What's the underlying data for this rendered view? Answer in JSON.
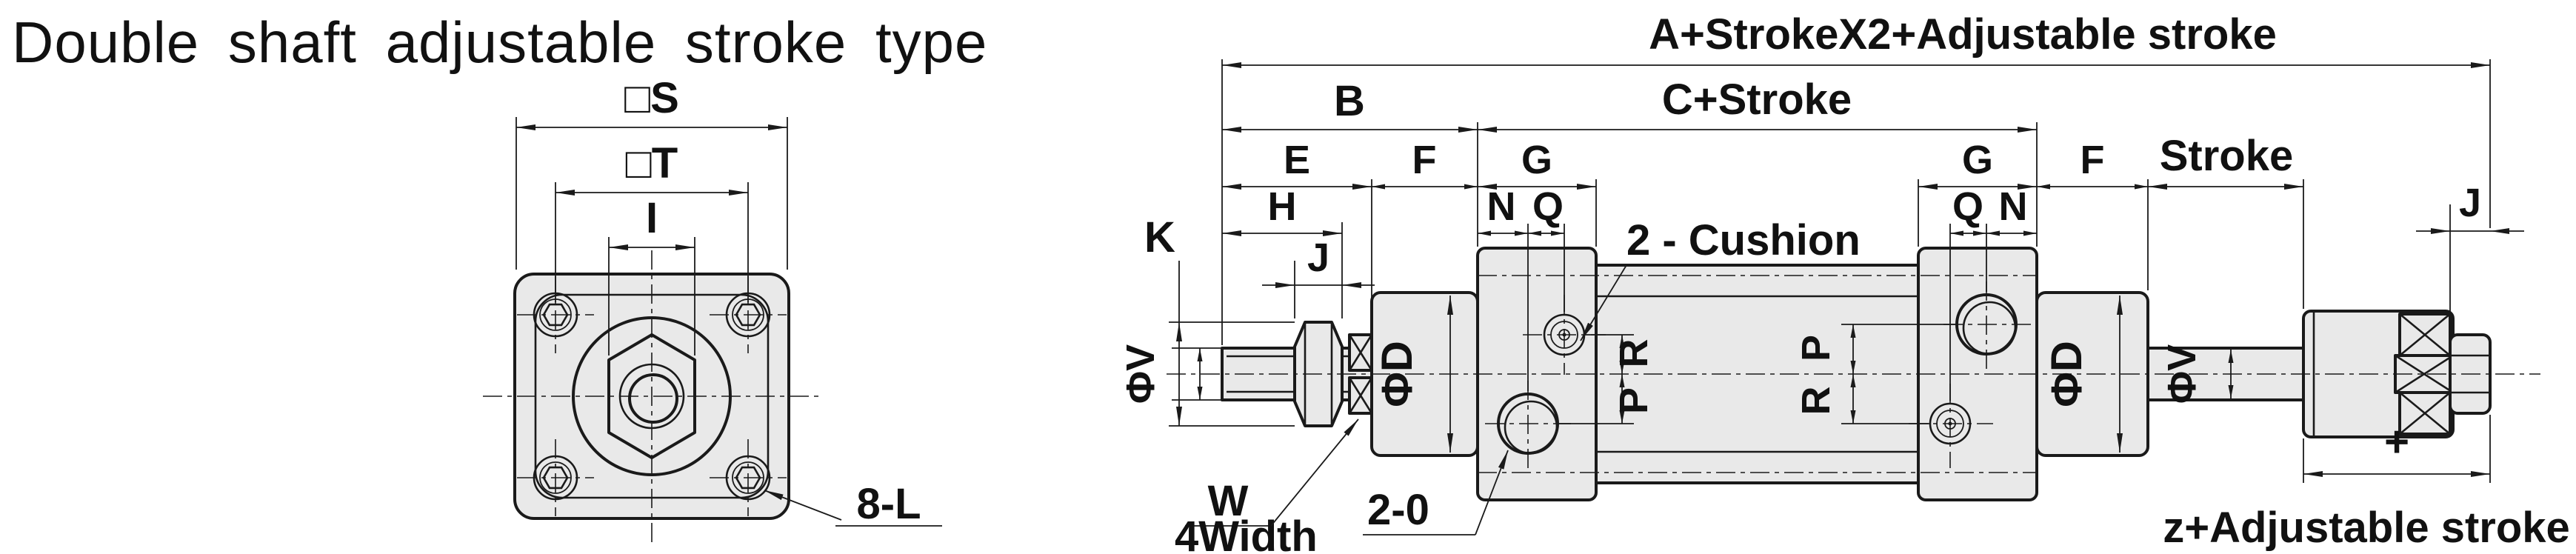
{
  "title": "Double shaft adjustable stroke type",
  "front_view": {
    "dim_s": "□S",
    "dim_t": "□T",
    "dim_i": "I",
    "bolt_callout": "8-L"
  },
  "side_view": {
    "dim_a": "A+StrokeX2+Adjustable stroke",
    "dim_b": "B",
    "dim_c": "C+Stroke",
    "dim_e": "E",
    "dim_f": "F",
    "dim_g": "G",
    "dim_h": "H",
    "dim_j": "J",
    "dim_k": "K",
    "dim_n": "N",
    "dim_q": "Q",
    "dim_p": "P",
    "dim_r": "R",
    "dim_stroke": "Stroke",
    "dim_w": "W",
    "wrench_note": "4Width",
    "cushion_callout": "2 - Cushion",
    "port_callout": "2-0",
    "rod_dia": "ΦV",
    "cover_dia": "ΦD",
    "adjust_dim": "+",
    "z_note": "z+Adjustable stroke"
  },
  "colors": {
    "line": "#1a1a1a",
    "part_fill": "#e9e9e9",
    "background": "#ffffff"
  }
}
